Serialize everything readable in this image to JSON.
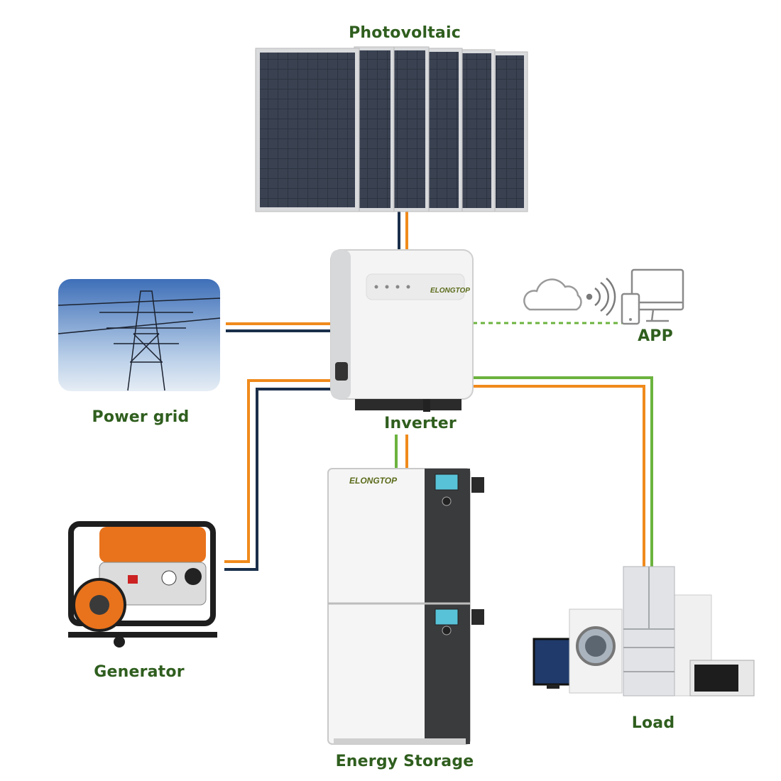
{
  "labels": {
    "photovoltaic": "Photovoltaic",
    "inverter": "Inverter",
    "power_grid": "Power grid",
    "generator": "Generator",
    "energy_storage": "Energy Storage",
    "load": "Load",
    "app": "APP"
  },
  "brand": {
    "inverter_logo": "ELONGTOP",
    "battery_logo": "ELONGTOP"
  },
  "icons": [
    "solar-panel-icon",
    "inverter-icon",
    "power-tower-icon",
    "generator-icon",
    "battery-cabinet-icon",
    "appliances-icon",
    "cloud-icon",
    "wifi-signal-icon",
    "phone-icon",
    "monitor-icon"
  ],
  "colors": {
    "label_text": "#2f5e1e",
    "ac_cable": "#f08a1c",
    "dc_cable": "#1a2f4a",
    "data_link": "#6cb33f",
    "panel_cell": "#2c3340",
    "icon_outline": "#9a9a9a"
  }
}
